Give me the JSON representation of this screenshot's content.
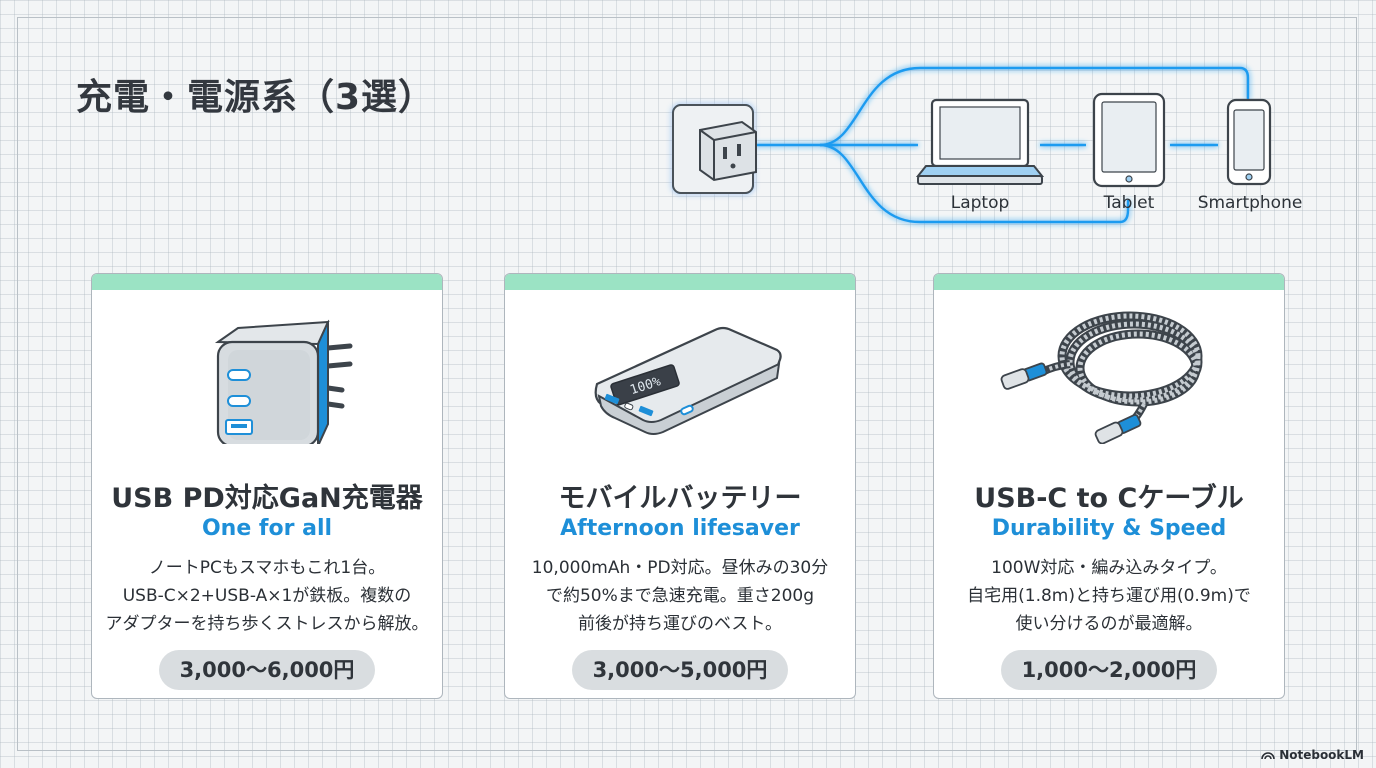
{
  "page": {
    "title": "充電・電源系（3選）"
  },
  "diagram": {
    "labels": [
      "Laptop",
      "Tablet",
      "Smartphone"
    ],
    "glow_color": "#1e9bf0"
  },
  "cards": [
    {
      "name": "USB PD対応GaN充電器",
      "tagline": "One for all",
      "desc": [
        "ノートPCもスマホもこれ1台。",
        "USB-C×2+USB-A×1が鉄板。複数の",
        "アダプターを持ち歩くストレスから解放。"
      ],
      "price": "3,000〜6,000円",
      "icon": "gan-charger-icon"
    },
    {
      "name": "モバイルバッテリー",
      "tagline": "Afternoon lifesaver",
      "desc": [
        "10,000mAh・PD対応。昼休みの30分",
        "で約50%まで急速充電。重さ200g",
        "前後が持ち運びのベスト。"
      ],
      "price": "3,000〜5,000円",
      "icon": "power-bank-icon",
      "display": "100%"
    },
    {
      "name": "USB-C to Cケーブル",
      "tagline": "Durability & Speed",
      "desc": [
        "100W対応・編み込みタイプ。",
        "自宅用(1.8m)と持ち運び用(0.9m)で",
        "使い分けるのが最適解。"
      ],
      "price": "1,000〜2,000円",
      "icon": "usb-c-cable-icon"
    }
  ],
  "colors": {
    "accent_blue": "#1e8fd8",
    "card_strip": "#9be3c4",
    "price_pill": "#d9dde0"
  },
  "footer": {
    "brand": "NotebookLM"
  }
}
